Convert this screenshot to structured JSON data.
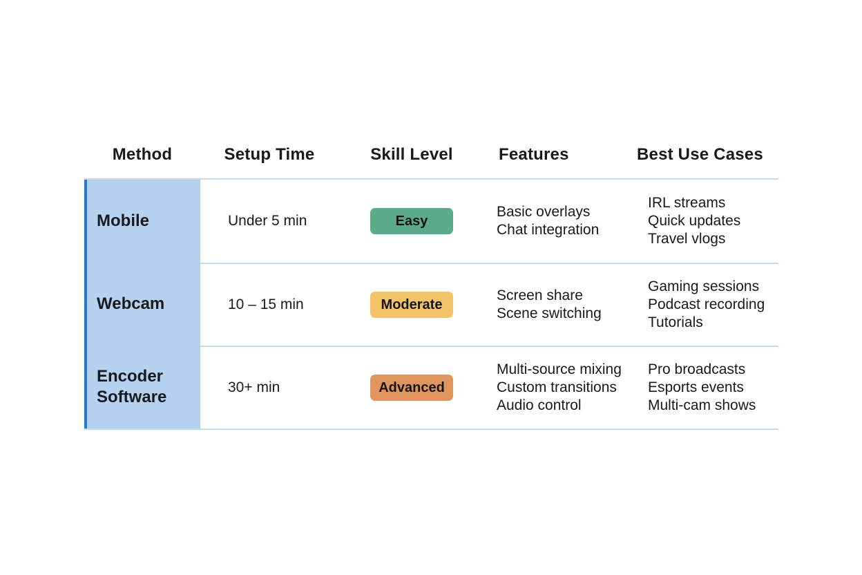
{
  "table": {
    "colors": {
      "accent_stripe": "#2577d0",
      "method_column_bg": "#b5d2ee",
      "divider": "#c6dcea",
      "text": "#17191d"
    },
    "columns": [
      {
        "label": "Method"
      },
      {
        "label": "Setup Time"
      },
      {
        "label": "Skill Level"
      },
      {
        "label": "Features"
      },
      {
        "label": "Best Use Cases"
      }
    ],
    "rows": [
      {
        "method": "Mobile",
        "setup_time": "Under 5 min",
        "skill_level": {
          "label": "Easy",
          "bg": "#5aaa8c"
        },
        "features": [
          "Basic overlays",
          "Chat integration"
        ],
        "best_use_cases": [
          "IRL streams",
          "Quick updates",
          "Travel vlogs"
        ]
      },
      {
        "method": "Webcam",
        "setup_time": "10 – 15 min",
        "skill_level": {
          "label": "Moderate",
          "bg": "#f3c368"
        },
        "features": [
          "Screen share",
          "Scene switching"
        ],
        "best_use_cases": [
          "Gaming sessions",
          "Podcast recording",
          "Tutorials"
        ]
      },
      {
        "method": "Encoder Software",
        "setup_time": "30+ min",
        "skill_level": {
          "label": "Advanced",
          "bg": "#e2945e"
        },
        "features": [
          "Multi-source mixing",
          "Custom transitions",
          "Audio control"
        ],
        "best_use_cases": [
          "Pro broadcasts",
          "Esports events",
          "Multi-cam shows"
        ]
      }
    ]
  }
}
